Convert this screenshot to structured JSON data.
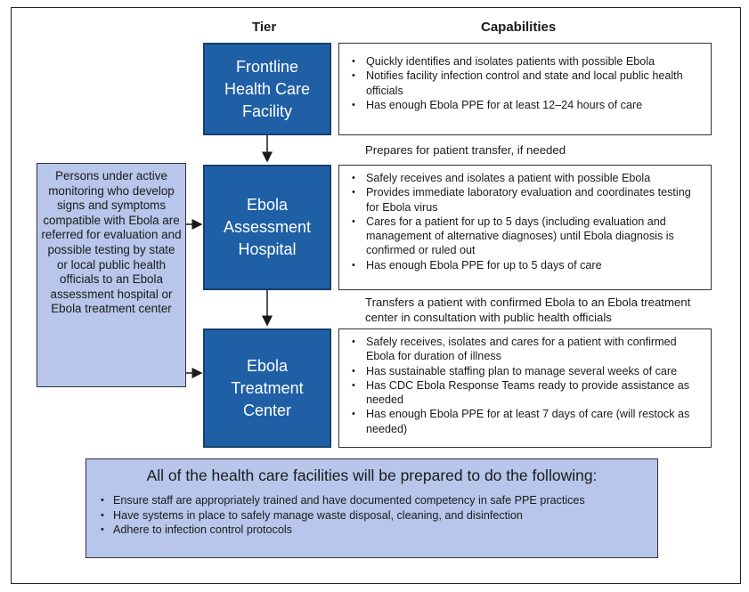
{
  "headers": {
    "tier": "Tier",
    "capabilities": "Capabilities"
  },
  "tiers": [
    {
      "name_lines": [
        "Frontline",
        "Health Care",
        "Facility"
      ],
      "capabilities": [
        "Quickly identifies and isolates patients with possible Ebola",
        "Notifies facility infection control and state and local public health officials",
        "Has enough Ebola PPE for at least 12–24 hours of care"
      ]
    },
    {
      "name_lines": [
        "Ebola",
        "Assessment",
        "Hospital"
      ],
      "capabilities": [
        "Safely receives and isolates a patient with possible Ebola",
        "Provides immediate laboratory evaluation and coordinates testing for Ebola virus",
        "Cares for a patient for up to 5 days (including evaluation and management of alternative diagnoses) until Ebola diagnosis is confirmed or ruled out",
        "Has enough Ebola PPE for up to 5 days of care"
      ]
    },
    {
      "name_lines": [
        "Ebola",
        "Treatment",
        "Center"
      ],
      "capabilities": [
        "Safely receives, isolates and cares for a patient with confirmed Ebola for duration of illness",
        "Has sustainable staffing plan to manage several weeks of care",
        "Has CDC Ebola Response Teams ready to provide assistance as needed",
        "Has enough Ebola PPE for at least 7 days of care (will restock as needed)"
      ]
    }
  ],
  "transitions": [
    "Prepares for patient transfer, if needed",
    "Transfers a patient with confirmed Ebola to an Ebola treatment center in consultation with public health officials"
  ],
  "side_note": "Persons under active monitoring who develop signs and symptoms compatible with Ebola are referred for evaluation and possible testing by state or local public health officials to an Ebola assessment hospital or Ebola treatment center",
  "footer": {
    "title": "All of the health care facilities will be prepared to do the following:",
    "items": [
      "Ensure staff are appropriately trained and have documented competency in safe PPE practices",
      "Have systems in place to safely manage waste disposal, cleaning, and disinfection",
      "Adhere to infection control protocols"
    ]
  },
  "colors": {
    "tier_fill": "#1f5fa6",
    "side_fill": "#b7c6ea",
    "footer_fill": "#b7c6ea"
  }
}
